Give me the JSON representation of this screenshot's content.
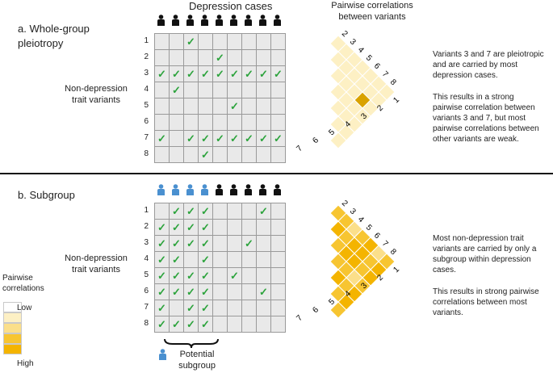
{
  "header": {
    "depression_cases": "Depression cases",
    "pairwise_title": "Pairwise correlations between variants"
  },
  "panel_a": {
    "title": "a. Whole-group pleiotropy",
    "rows_label": "Non-depression trait variants",
    "row_numbers": [
      "1",
      "2",
      "3",
      "4",
      "5",
      "6",
      "7",
      "8"
    ],
    "case_icons": [
      "black",
      "black",
      "black",
      "black",
      "black",
      "black",
      "black",
      "black",
      "black"
    ],
    "checks": [
      [
        0,
        0,
        1,
        0,
        0,
        0,
        0,
        0,
        0
      ],
      [
        0,
        0,
        0,
        0,
        1,
        0,
        0,
        0,
        0
      ],
      [
        1,
        1,
        1,
        1,
        1,
        1,
        1,
        1,
        1
      ],
      [
        0,
        1,
        0,
        0,
        0,
        0,
        0,
        0,
        0
      ],
      [
        0,
        0,
        0,
        0,
        0,
        1,
        0,
        0,
        0
      ],
      [
        0,
        0,
        0,
        0,
        0,
        0,
        0,
        0,
        0
      ],
      [
        1,
        0,
        1,
        1,
        1,
        1,
        1,
        1,
        1
      ],
      [
        0,
        0,
        0,
        1,
        0,
        0,
        0,
        0,
        0
      ]
    ],
    "triangle_labels": [
      "2",
      "3",
      "4",
      "5",
      "6",
      "7",
      "8"
    ],
    "diag_labels": [
      "1",
      "2",
      "3",
      "4",
      "5",
      "6",
      "7"
    ],
    "strong_pair": [
      3,
      7
    ],
    "description": [
      "Variants 3 and 7 are pleiotropic and are carried by most depression cases.",
      "This results in a strong pairwise correlation between variants 3 and 7, but most pairwise correlations between other variants are weak."
    ]
  },
  "panel_b": {
    "title": "b. Subgroup",
    "rows_label": "Non-depression trait variants",
    "row_numbers": [
      "1",
      "2",
      "3",
      "4",
      "5",
      "6",
      "7",
      "8"
    ],
    "case_icons": [
      "blue",
      "blue",
      "blue",
      "blue",
      "black",
      "black",
      "black",
      "black",
      "black"
    ],
    "checks": [
      [
        0,
        1,
        1,
        1,
        0,
        0,
        0,
        1,
        0
      ],
      [
        1,
        1,
        1,
        1,
        0,
        0,
        0,
        0,
        0
      ],
      [
        1,
        1,
        1,
        1,
        0,
        0,
        1,
        0,
        0
      ],
      [
        1,
        1,
        0,
        1,
        0,
        0,
        0,
        0,
        0
      ],
      [
        1,
        1,
        1,
        1,
        0,
        1,
        0,
        0,
        0
      ],
      [
        1,
        1,
        1,
        1,
        0,
        0,
        0,
        1,
        0
      ],
      [
        1,
        0,
        1,
        1,
        0,
        0,
        0,
        0,
        0
      ],
      [
        1,
        1,
        1,
        1,
        0,
        0,
        0,
        0,
        0
      ]
    ],
    "triangle_labels": [
      "2",
      "3",
      "4",
      "5",
      "6",
      "7",
      "8"
    ],
    "diag_labels": [
      "1",
      "2",
      "3",
      "4",
      "5",
      "6",
      "7"
    ],
    "potential_subgroup": "Potential subgroup",
    "description": [
      "Most non-depression trait variants are carried by only a subgroup within depression cases.",
      "This results in strong pairwise correlations between most variants."
    ]
  },
  "legend": {
    "title": "Pairwise correlations",
    "low": "Low",
    "high": "High",
    "colors": [
      "#ffffff",
      "#fdf0c4",
      "#fbdf8a",
      "#f7c531",
      "#f4b400"
    ]
  },
  "colors": {
    "check": "#2ca33c",
    "cell_bg": "#e9e9e9",
    "weak": "#fdf0c4",
    "strong_a": "#d9a200",
    "icon_black": "#111111",
    "icon_blue": "#4a90d0",
    "tri_b": [
      "#fdf0c4",
      "#fbdf8a",
      "#f7c531",
      "#f4b400"
    ]
  }
}
